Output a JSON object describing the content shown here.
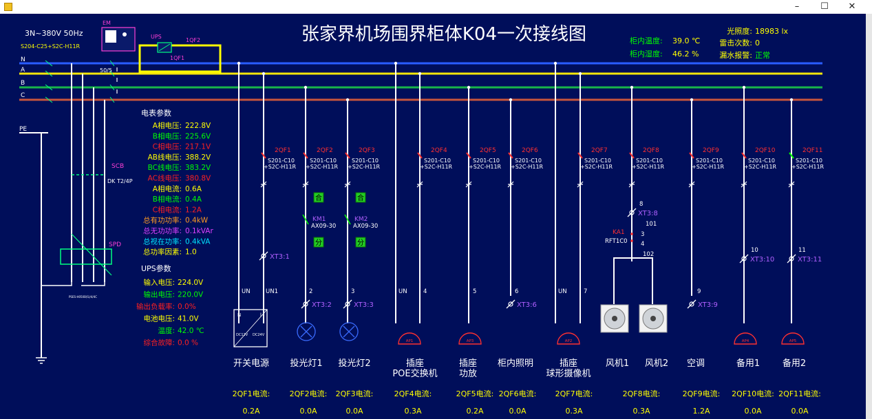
{
  "window": {
    "minimize": "–",
    "maximize": "☐",
    "close": "✕"
  },
  "title": "张家界机场围界柜体K04一次接线图",
  "source": {
    "line1": "3N~380V  50Hz",
    "line2": "S204-C25+S2C-H11R"
  },
  "buses": [
    "N",
    "A",
    "B",
    "C"
  ],
  "pe": "PE",
  "em": "EM",
  "ups": "UPS",
  "qf_main": {
    "qf2": "1QF2",
    "qf1": "1QF1"
  },
  "ct": "50/5",
  "scb": "SCB",
  "dk": "DK  T2/4P",
  "spd": "SPD",
  "spd_model": "PSES-H050B(S)/4/4C",
  "env": [
    {
      "label": "柜内温度:",
      "value": "39.0 ℃"
    },
    {
      "label": "柜内湿度:",
      "value": "46.2 %"
    }
  ],
  "env2": [
    {
      "label": "光照度:",
      "value": "18983 lx"
    },
    {
      "label": "雷击次数:",
      "value": "0"
    },
    {
      "label": "漏水报警:",
      "value": "正常"
    }
  ],
  "meter_title": "电表参数",
  "meter": [
    {
      "label": "A相电压:",
      "value": "222.8V"
    },
    {
      "label": "B相电压:",
      "value": "225.6V"
    },
    {
      "label": "C相电压:",
      "value": "217.1V"
    },
    {
      "label": "AB线电压:",
      "value": "388.2V"
    },
    {
      "label": "BC线电压:",
      "value": "383.2V"
    },
    {
      "label": "AC线电压:",
      "value": "380.8V"
    },
    {
      "label": "A相电流:",
      "value": "0.6A"
    },
    {
      "label": "B相电流:",
      "value": "0.4A"
    },
    {
      "label": "C相电流:",
      "value": "1.2A"
    },
    {
      "label": "总有功功率:",
      "value": "0.4kW"
    },
    {
      "label": "总无功功率:",
      "value": "0.1kVAr"
    },
    {
      "label": "总视在功率:",
      "value": "0.4kVA"
    },
    {
      "label": "总功率因素:",
      "value": "1.0"
    }
  ],
  "ups_title": "UPS参数",
  "ups_params": [
    {
      "label": "输入电压:",
      "value": "224.0V"
    },
    {
      "label": "输出电压:",
      "value": "220.0V"
    },
    {
      "label": "输出负载率:",
      "value": "0.0%"
    },
    {
      "label": "电池电压:",
      "value": "41.0V"
    },
    {
      "label": "温度:",
      "value": "42.0 ℃"
    },
    {
      "label": "综合故障:",
      "value": "0.0 %"
    }
  ],
  "colors": {
    "bg": "#000e5a",
    "n": "#2a5cff",
    "a": "#f5e60a",
    "b": "#19b44a",
    "c": "#c8553c",
    "wire": "#ffffff",
    "yellow": "#ffff00",
    "green": "#00ff00",
    "red": "#ff2020",
    "cyan": "#00e6ff",
    "magenta": "#e040ff",
    "orange": "#ff9a20",
    "breaker": "#ff3030",
    "purple": "#b060ff"
  },
  "breaker_model": "S201-C10",
  "breaker_model2": "+S2C-H11R",
  "breakers": [
    "2QF1",
    "2QF2",
    "2QF3",
    "2QF4",
    "2QF5",
    "2QF6",
    "2QF7",
    "2QF8",
    "2QF9",
    "2QF10",
    "2QF11"
  ],
  "contactors": [
    {
      "on": "合",
      "off": "分",
      "name": "KM1",
      "model": "AX09-30"
    },
    {
      "on": "合",
      "off": "分",
      "name": "KM2",
      "model": "AX09-30"
    }
  ],
  "terminals": [
    "XT3:1",
    "XT3:2",
    "XT3:3",
    "XT3:6",
    "XT3:8",
    "XT3:9",
    "XT3:10",
    "XT3:11"
  ],
  "wire_nums": {
    "un": "UN",
    "un1": "UN1",
    "n2": "2",
    "n3": "3",
    "n4": "4",
    "n5": "5",
    "n6": "6",
    "n7": "7",
    "n8": "8",
    "n9": "9",
    "n10": "10",
    "n11": "11",
    "n101": "101",
    "n102": "102",
    "n3b": "3",
    "n4b": "4"
  },
  "relay": {
    "name": "KA1",
    "model": "RFT1C0"
  },
  "psu": {
    "n": "N",
    "l": "l",
    "v1": "DC12V",
    "v2": "DC24V"
  },
  "sockets": [
    "AP1",
    "AP3",
    "AP2",
    "AP4",
    "AP5"
  ],
  "loads": [
    {
      "l1": "开关电源",
      "l2": ""
    },
    {
      "l1": "投光灯1",
      "l2": ""
    },
    {
      "l1": "投光灯2",
      "l2": ""
    },
    {
      "l1": "插座",
      "l2": "POE交换机"
    },
    {
      "l1": "插座",
      "l2": "功放"
    },
    {
      "l1": "柜内照明",
      "l2": ""
    },
    {
      "l1": "插座",
      "l2": "球形摄像机"
    },
    {
      "l1": "风机1",
      "l2": ""
    },
    {
      "l1": "风机2",
      "l2": ""
    },
    {
      "l1": "空调",
      "l2": ""
    },
    {
      "l1": "备用1",
      "l2": ""
    },
    {
      "l1": "备用2",
      "l2": ""
    }
  ],
  "currents": [
    {
      "label": "2QF1电流:",
      "value": "0.2A"
    },
    {
      "label": "2QF2电流:",
      "value": "0.0A"
    },
    {
      "label": "2QF3电流:",
      "value": "0.0A"
    },
    {
      "label": "2QF4电流:",
      "value": "0.3A"
    },
    {
      "label": "2QF5电流:",
      "value": "0.2A"
    },
    {
      "label": "2QF6电流:",
      "value": "0.0A"
    },
    {
      "label": "2QF7电流:",
      "value": "0.3A"
    },
    {
      "label": "2QF8电流:",
      "value": "0.3A"
    },
    {
      "label": "2QF9电流:",
      "value": "1.2A"
    },
    {
      "label": "2QF10电流:",
      "value": "0.0A"
    },
    {
      "label": "2QF11电流:",
      "value": "0.0A"
    }
  ]
}
